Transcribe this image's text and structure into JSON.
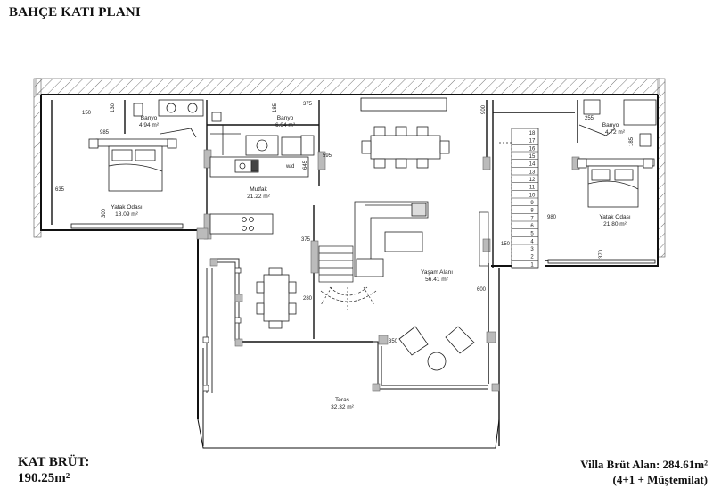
{
  "header": {
    "title": "BAHÇE KATI PLANI"
  },
  "footer": {
    "gross_label": "KAT BRÜT:",
    "gross_value": "190.25m²",
    "villa_area": "Villa Brüt Alan: 284.61m²",
    "villa_config": "(4+1 + Müştemilat)"
  },
  "rooms": {
    "bedroom_left": {
      "name": "Yatak Odası",
      "area": "18.09 m²"
    },
    "bath_left": {
      "name": "Banyo",
      "area": "4.94 m²"
    },
    "bath_mid": {
      "name": "Banyo",
      "area": "6.94 m²"
    },
    "kitchen": {
      "name": "Mutfak",
      "area": "21.22 m²"
    },
    "living": {
      "name": "Yaşam Alanı",
      "area": "56.41 m²"
    },
    "bath_right": {
      "name": "Banyo",
      "area": "4.72 m²"
    },
    "bedroom_right": {
      "name": "Yatak Odası",
      "area": "21.80 m²"
    },
    "terrace": {
      "name": "Teras",
      "area": "32.32 m²"
    }
  },
  "dimensions": {
    "d150": "150",
    "d130": "130",
    "d185": "185",
    "d375a": "375",
    "d985": "985",
    "d635": "635",
    "d300": "300",
    "d595": "595",
    "d645": "645",
    "d375b": "375",
    "d280": "280",
    "d600": "600",
    "d350": "350",
    "d980": "980",
    "d150b": "150",
    "d255": "255",
    "d185b": "185",
    "d370": "370",
    "d900": "900",
    "wd": "w/d"
  },
  "stairs": [
    "18",
    "17",
    "16",
    "15",
    "14",
    "13",
    "12",
    "11",
    "10",
    "9",
    "8",
    "7",
    "6",
    "5",
    "4",
    "3",
    "2",
    "1"
  ]
}
